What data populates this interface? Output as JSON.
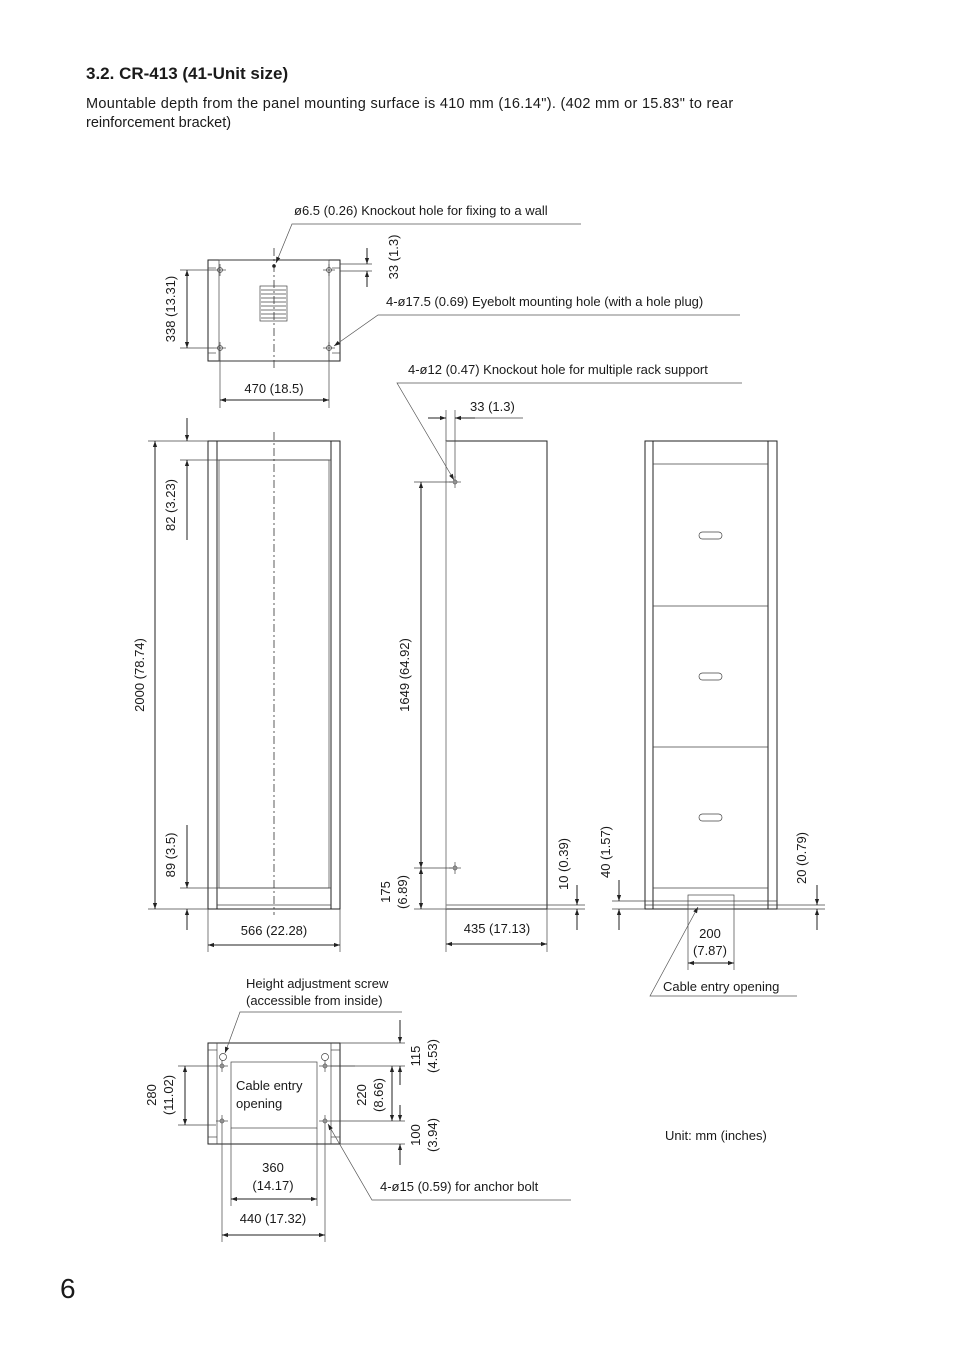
{
  "section_title": "3.2. CR-413 (41-Unit size)",
  "intro_line1": "Mountable depth from the panel mounting surface is 410 mm (16.14\"). (402 mm or 15.83\" to rear",
  "intro_line2": "reinforcement bracket)",
  "page_number": "6",
  "unit_note": "Unit: mm (inches)",
  "callouts": {
    "knockout_wall": "ø6.5 (0.26) Knockout hole for fixing to a wall",
    "eyebolt": "4-ø17.5 (0.69) Eyebolt mounting hole (with a hole plug)",
    "knockout_rack": "4-ø12 (0.47) Knockout hole for multiple rack support",
    "height_screw_1": "Height adjustment screw",
    "height_screw_2": "(accessible from inside)",
    "cable_entry_front": "Cable entry opening",
    "cable_entry_bottom_1": "Cable entry",
    "cable_entry_bottom_2": "opening",
    "anchor_bolt": "4-ø15 (0.59) for anchor bolt"
  },
  "dimensions": {
    "top_33": "33 (1.3)",
    "top_338": "338 (13.31)",
    "top_470": "470 (18.5)",
    "front_82": "82 (3.23)",
    "front_2000": "2000 (78.74)",
    "front_89": "89 (3.5)",
    "front_566": "566 (22.28)",
    "side_33": "33 (1.3)",
    "side_1649": "1649 (64.92)",
    "side_175_a": "175",
    "side_175_b": "(6.89)",
    "side_10": "10 (0.39)",
    "side_435": "435 (17.13)",
    "back_40": "40 (1.57)",
    "back_20": "20 (0.79)",
    "back_200_a": "200",
    "back_200_b": "(7.87)",
    "bottom_280_a": "280",
    "bottom_280_b": "(11.02)",
    "bottom_220_a": "220",
    "bottom_220_b": "(8.66)",
    "bottom_115_a": "115",
    "bottom_115_b": "(4.53)",
    "bottom_100_a": "100",
    "bottom_100_b": "(3.94)",
    "bottom_360_a": "360",
    "bottom_360_b": "(14.17)",
    "bottom_440": "440 (17.32)"
  }
}
